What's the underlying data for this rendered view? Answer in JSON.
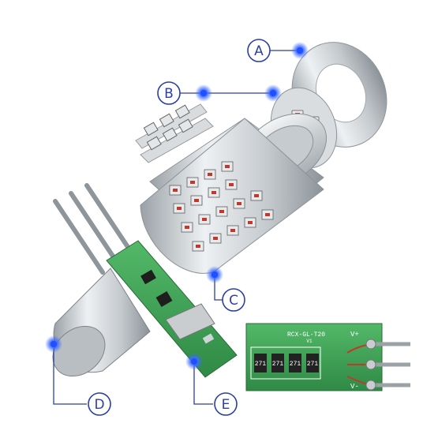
{
  "callouts": {
    "A": {
      "label": "A"
    },
    "B": {
      "label": "B"
    },
    "C": {
      "label": "C"
    },
    "D": {
      "label": "D"
    },
    "E": {
      "label": "E"
    }
  },
  "pcb": {
    "model": "RCX-GL-T20",
    "version": "V1",
    "vplus": "V+",
    "vminus": "V-",
    "resistors": [
      "271",
      "271",
      "271",
      "271"
    ]
  },
  "colors": {
    "callout_line": "#2a3fa8",
    "callout_dot": "#1f4fff",
    "pcb_green": "#3f9e55",
    "aluminum": "#d4d9dd"
  }
}
